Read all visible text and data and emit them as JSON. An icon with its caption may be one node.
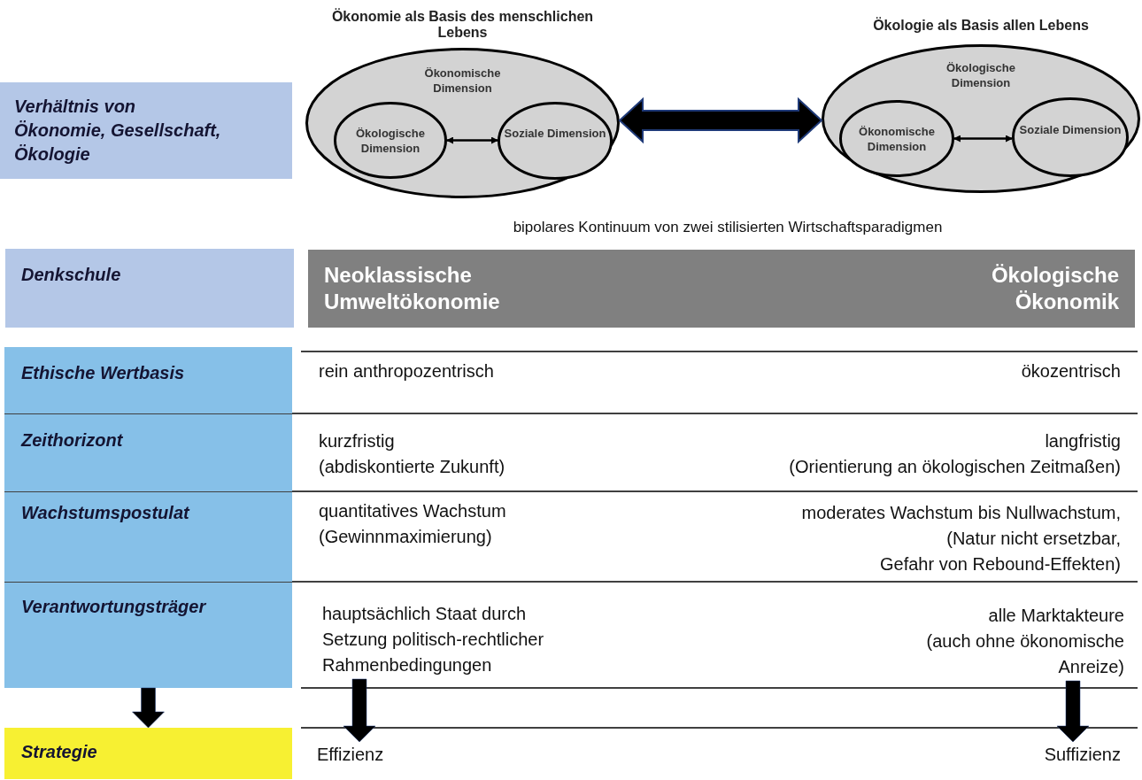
{
  "diagram": {
    "nodes": [
      {
        "text": [
          "Verhältnis von Ökonomie, Gesellschaft, Ökologie"
        ]
      },
      {
        "text": [
          "Ökonomie als Basis des menschlichen Lebens",
          "Ökonomische Dimension"
        ]
      },
      {
        "text": [
          "Ökologische Dimension"
        ],
        "in": 1
      },
      {
        "text": [
          "Soziale Dimension"
        ],
        "in": 1
      },
      {
        "text": [
          "Ökologie als Basis allen Lebens",
          "Ökologische Dimension"
        ]
      },
      {
        "text": [
          "Ökonomische Dimension"
        ],
        "in": 4
      },
      {
        "text": [
          "Soziale Dimension"
        ],
        "in": 4
      },
      {
        "text": [
          "Denkschule"
        ]
      },
      {
        "text": [
          "Neoklassische Umweltökonomie",
          "Ökologische Ökonomik"
        ]
      },
      {
        "text": [
          "Ethische Wertbasis"
        ]
      },
      {
        "text": [
          "Zeithorizont"
        ]
      },
      {
        "text": [
          "Wachstumspostulat"
        ]
      },
      {
        "text": [
          "Verantwortungsträger"
        ]
      },
      {
        "text": [
          "hauptsächlich Staat durch Setzung politisch-rechtlicher Rahmenbedingungen"
        ]
      },
      {
        "text": [
          "alle Marktakteure",
          "(auch ohne ökonomische Anreize)"
        ]
      },
      {
        "text": [
          "Strategie"
        ]
      },
      {
        "text": [
          "Effizienz"
        ]
      },
      {
        "text": [
          "Suffizienz"
        ]
      }
    ],
    "edges": [
      {
        "from": 2,
        "to": 3,
        "arrow": "both"
      },
      {
        "from": 1,
        "to": 4,
        "arrow": "both",
        "style": "thick"
      },
      {
        "from": 5,
        "to": 6,
        "arrow": "both"
      },
      {
        "from": 12,
        "to": 15,
        "arrow": "to",
        "style": "thick"
      },
      {
        "from": 13,
        "to": 16,
        "arrow": "to",
        "style": "thick"
      },
      {
        "from": 14,
        "to": 17,
        "arrow": "to",
        "style": "thick"
      }
    ],
    "labels": [
      "bipolares Kontinuum von zwei stilisierten Wirtschaftsparadigmen",
      "rein anthropozentrisch",
      "ökozentrisch",
      "kurzfristig",
      "(abdiskontierte Zukunft)",
      "langfristig",
      "(Orientierung an ökologischen Zeitmaßen)",
      "quantitatives Wachstum",
      "(Gewinnmaximierung)",
      "moderates Wachstum bis Nullwachstum,",
      "(Natur nicht ersetzbar,",
      "Gefahr von Rebound-Effekten)"
    ]
  }
}
